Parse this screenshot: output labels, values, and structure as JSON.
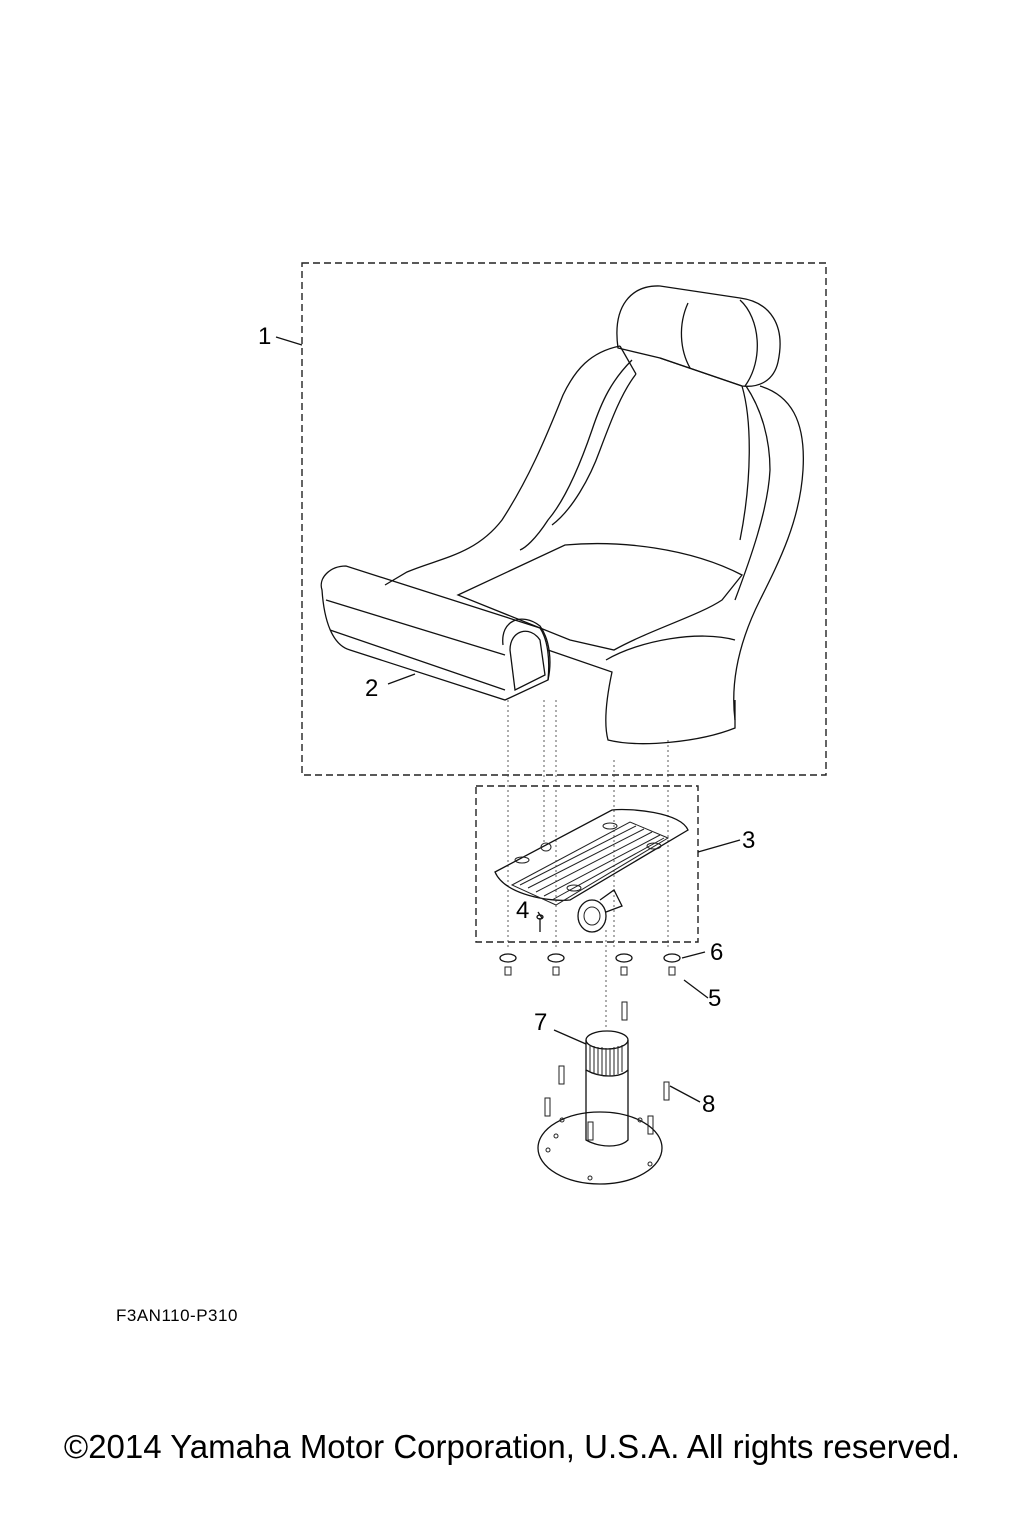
{
  "callouts": [
    "1",
    "2",
    "3",
    "4",
    "5",
    "6",
    "7",
    "8"
  ],
  "reference_code": "F3AN110-P310",
  "copyright": "©2014 Yamaha Motor Corporation, U.S.A. All rights reserved."
}
